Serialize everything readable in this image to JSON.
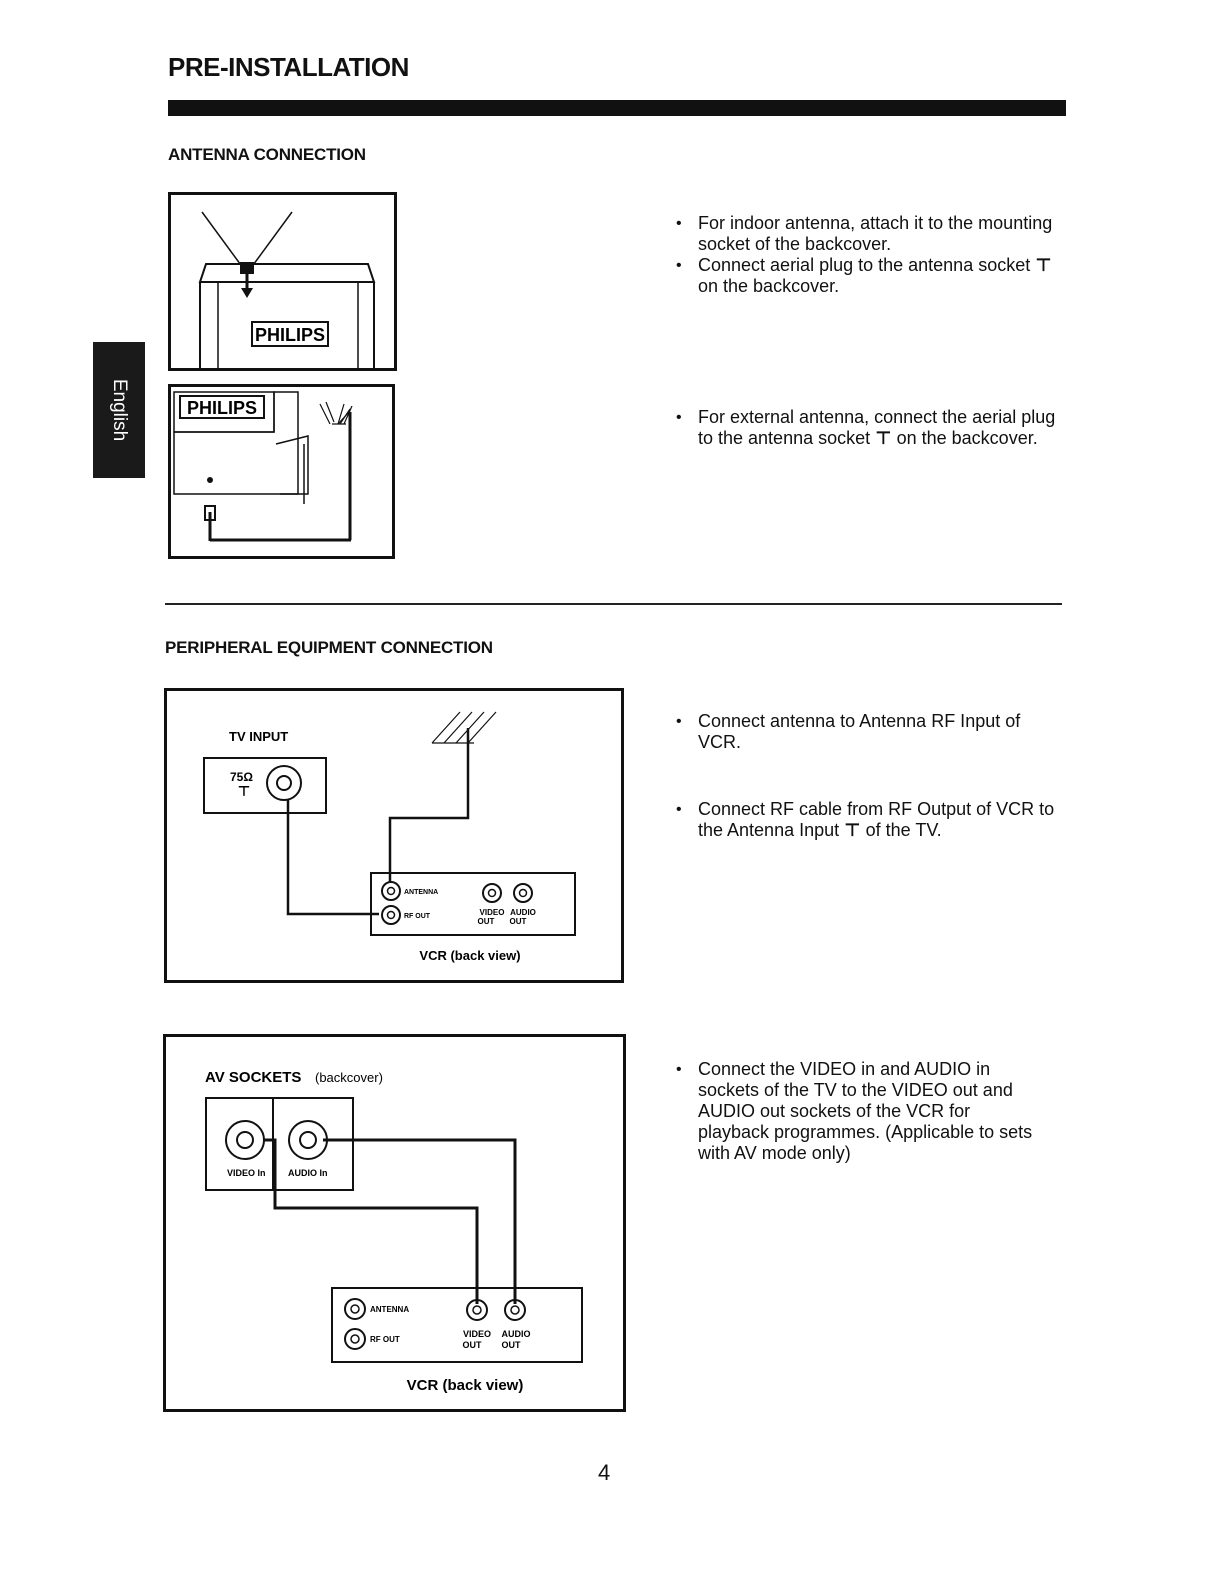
{
  "header": {
    "title": "PRE-INSTALLATION"
  },
  "language_tab": "English",
  "sections": {
    "antenna": {
      "heading": "ANTENNA CONNECTION",
      "bullets_indoor": [
        "For indoor antenna, attach it to the mounting socket of the backcover.",
        "Connect aerial plug to the antenna socket"
      ],
      "bullet_indoor_2_tail": "on the backcover.",
      "bullet_external_a": "For external antenna, connect the aerial plug to the antenna socket",
      "bullet_external_b": "on the backcover.",
      "brand_label": "PHILIPS"
    },
    "peripheral": {
      "heading": "PERIPHERAL EQUIPMENT CONNECTION",
      "bullet_1": "Connect antenna to Antenna RF Input of VCR.",
      "bullet_2a": "Connect RF cable from RF Output of VCR to the Antenna Input",
      "bullet_2b": "of the TV.",
      "bullet_3": "Connect the VIDEO in and AUDIO in sockets of the TV to the VIDEO out and AUDIO out sockets of the VCR for playback programmes. (Applicable to sets with AV mode only)",
      "fig1": {
        "tv_input": "TV INPUT",
        "ohm": "75Ω",
        "antenna": "ANTENNA",
        "rf_out": "RF OUT",
        "video": "VIDEO",
        "audio": "AUDIO",
        "out": "OUT",
        "caption": "VCR (back view)"
      },
      "fig2": {
        "av_sockets": "AV  SOCKETS",
        "backcover": "(backcover)",
        "video_in": "VIDEO In",
        "audio_in": "AUDIO In",
        "antenna": "ANTENNA",
        "rf_out": "RF OUT",
        "video": "VIDEO",
        "audio": "AUDIO",
        "out": "OUT",
        "caption": "VCR (back view)"
      }
    }
  },
  "antenna_symbol": "⊤",
  "footer": {
    "page_number": "4"
  }
}
